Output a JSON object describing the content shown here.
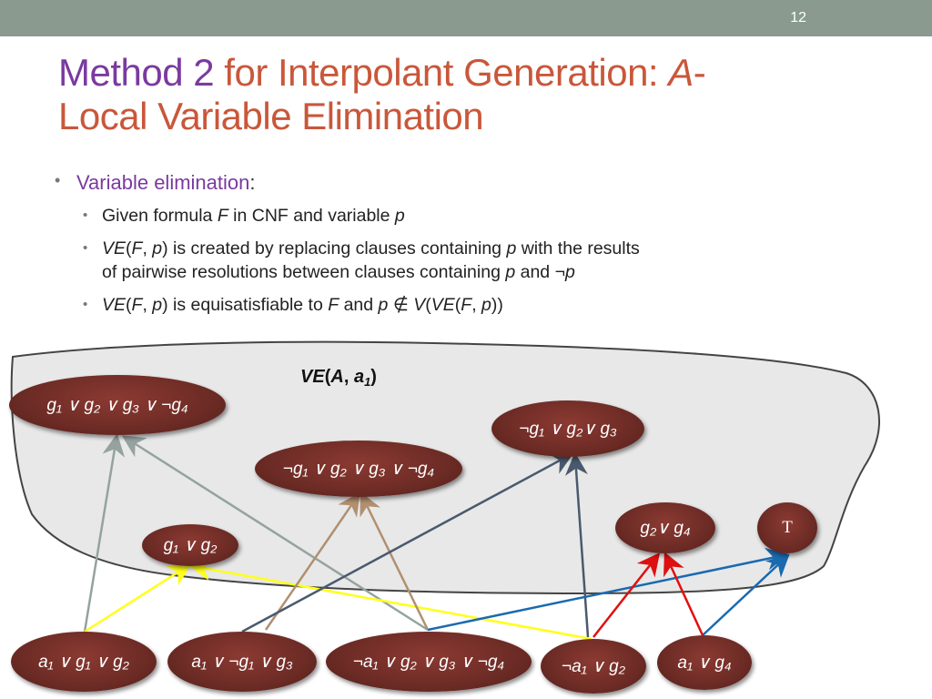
{
  "slide": {
    "number": "12"
  },
  "title": {
    "part1": "Method 2",
    "part2": " for Interpolant Generation: ",
    "part3": "A",
    "part4": "-",
    "line2": "Local Variable Elimination"
  },
  "bullets": {
    "level1": {
      "label": "Variable elimination",
      "colon": ":"
    },
    "b1": {
      "t1": "Given formula ",
      "F": "F",
      "t2": " in CNF and variable ",
      "p": "p"
    },
    "b2": {
      "VE": "VE",
      "open": "(",
      "F": "F",
      "comma": ", ",
      "p": "p",
      "close": ")",
      "t1": " is created by replacing clauses containing ",
      "p2": "p",
      "t2": " with the results",
      "line2a": "of pairwise resolutions between clauses containing ",
      "p3": "p",
      "line2b": " and ",
      "negp": "¬p"
    },
    "b3": {
      "VE": "VE",
      "F": "F",
      "p": "p",
      "t1": " is equisatisfiable to ",
      "F2": "F",
      "t2": " and ",
      "p2": "p",
      "notin": " ∉ ",
      "V": "V",
      "VE2": "VE",
      "F3": "F",
      "p3": "p"
    }
  },
  "diagram": {
    "label": {
      "ve": "VE",
      "open": "(",
      "A": "A",
      "comma": ", ",
      "a": "a",
      "sub": "1",
      "close": ")"
    },
    "arrow_colors": {
      "gray": "#95a3a0",
      "yellow": "#ffff1a",
      "tan": "#b09070",
      "slate": "#4a5a6e",
      "blue": "#1a6ab0",
      "red": "#e01010"
    },
    "region_fill": "#e8e8e8"
  },
  "nodes": {
    "n1": "g₁ ∨ g₂ ∨ g₃ ∨ ¬g₄",
    "n2": "¬g₁ ∨ g₂∨ g₃",
    "n3": "¬g₁ ∨ g₂ ∨ g₃ ∨ ¬g₄",
    "n4": "g₁ ∨ g₂",
    "n5": "g₂∨ g₄",
    "n6": "T",
    "b1": "a₁ ∨ g₁ ∨ g₂",
    "b2": "a₁ ∨ ¬g₁ ∨ g₃",
    "b3": "¬a₁ ∨ g₂ ∨ g₃ ∨ ¬g₄",
    "b4": "¬a₁ ∨ g₂",
    "b5": "a₁ ∨ g₄"
  }
}
